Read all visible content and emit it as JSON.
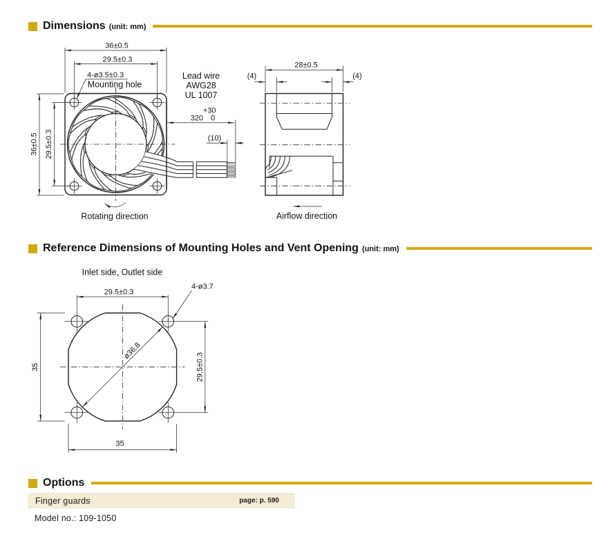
{
  "page": {
    "accent_gold": "#D2A80C",
    "row_beige": "#F4EDD3",
    "line_color": "#1f1f1f"
  },
  "sections": {
    "dimensions": {
      "title": "Dimensions",
      "unit": "(unit: mm)"
    },
    "reference": {
      "title": "Reference Dimensions of Mounting Holes and Vent Opening",
      "unit": "(unit: mm)"
    },
    "options": {
      "title": "Options"
    }
  },
  "front_view": {
    "dim_width_outer": "36±0.5",
    "dim_hole_pitch_top": "29.5±0.3",
    "hole_note_line1": "4-ø3.5±0.3",
    "hole_note_line2": "Mounting hole",
    "dim_height_outer": "36±0.5",
    "dim_hole_pitch_left": "29.5±0.3",
    "rotating_label": "Rotating direction",
    "lead_wire_line1": "Lead wire",
    "lead_wire_line2": "AWG28",
    "lead_wire_line3": "UL 1007",
    "lead_length": "320",
    "lead_tol_plus": "+30",
    "lead_tol_minus": "0",
    "lead_strip": "(10)"
  },
  "side_view": {
    "dim_depth": "28±0.5",
    "dim_flange_left": "(4)",
    "dim_flange_right": "(4)",
    "airflow_label": "Airflow direction"
  },
  "vent_view": {
    "sides_label": "Inlet side, Outlet side",
    "dim_hole_pitch_top": "29.5±0.3",
    "hole_note": "4-ø3.7",
    "vent_diameter": "ø36.8",
    "dim_hole_pitch_right": "29.5±0.3",
    "dim_height": "35",
    "dim_width": "35"
  },
  "options": {
    "item_label": "Finger guards",
    "item_page": "page: p. 590",
    "model_label": "Model no.: 109-1050"
  }
}
